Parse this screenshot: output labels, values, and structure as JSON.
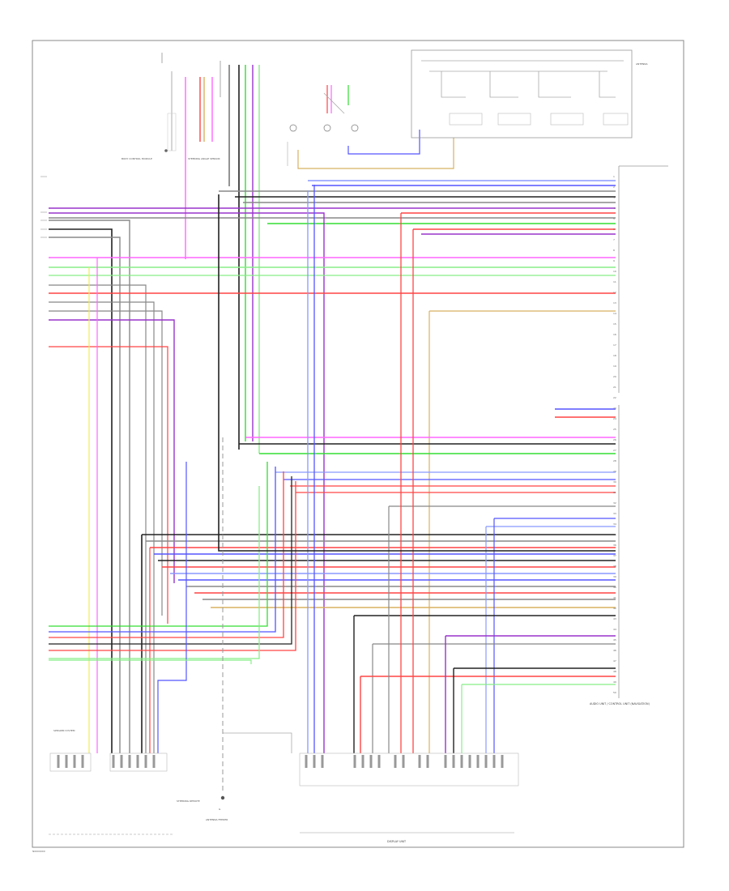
{
  "diagram": {
    "page_code": "N0000000",
    "labels": {
      "left_label_1": "BODY CONTROL MODULE",
      "left_label_2": "STEERING ANGLE SENSOR",
      "antenna_label": "ANTENNA",
      "module_right": "AUDIO UNIT / CONTROL UNIT (NAVIGATION)",
      "display_unit": "DISPLAY UNIT",
      "ground_label": "G",
      "speaker_note": "SPEAKER SYSTEM",
      "remote_label": "STEERING REMOTE",
      "ant_bottom": "ANTENNA FEEDER"
    },
    "module_pins": [
      "1",
      "2",
      "3",
      "4",
      "5",
      "6",
      "7",
      "8",
      "9",
      "10",
      "11",
      "12",
      "13",
      "14",
      "15",
      "16",
      "17",
      "18",
      "19",
      "20",
      "21",
      "22",
      "23",
      "24",
      "25",
      "26",
      "27",
      "28",
      "29",
      "30",
      "31",
      "32",
      "33",
      "34",
      "35",
      "36",
      "37",
      "38",
      "39",
      "40",
      "41",
      "42",
      "43",
      "44",
      "45",
      "46",
      "47",
      "48",
      "49",
      "50"
    ],
    "colors": {
      "red": "#ff4444",
      "pink": "#ff66ff",
      "purple": "#9933cc",
      "blue": "#5555ff",
      "light_blue": "#8899ff",
      "green": "#33dd33",
      "light_green": "#88ee88",
      "yellow": "#eeee55",
      "tan": "#d8b060",
      "gray": "#888888",
      "black": "#222222",
      "frame": "#777777"
    }
  }
}
